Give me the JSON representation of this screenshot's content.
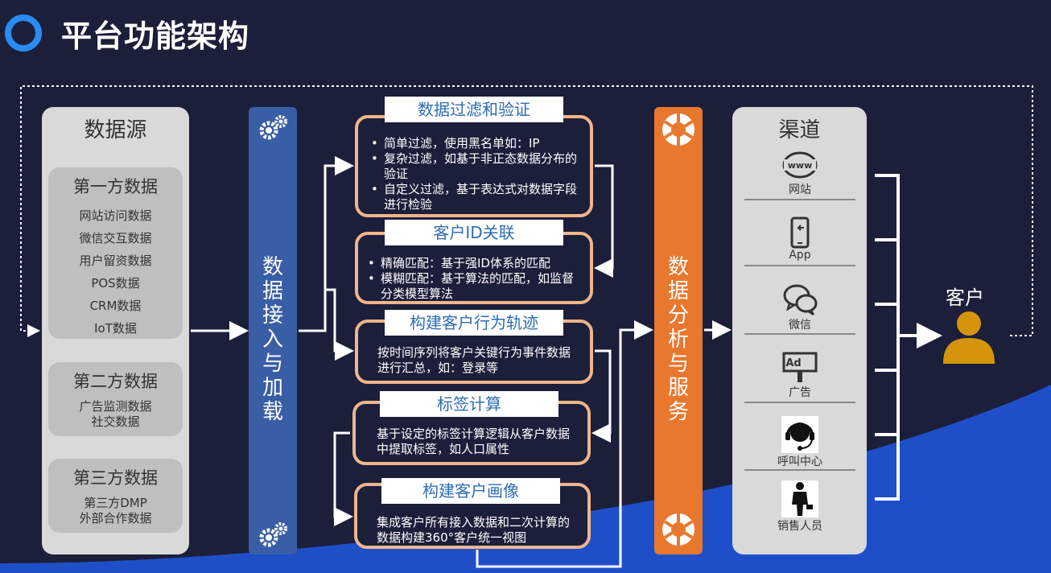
{
  "page": {
    "title": "平台功能架构"
  },
  "sources": {
    "title": "数据源",
    "groups": [
      {
        "title": "第一方数据",
        "items": [
          "网站访问数据",
          "微信交互数据",
          "用户留资数据",
          "POS数据",
          "CRM数据",
          "IoT数据"
        ]
      },
      {
        "title": "第二方数据",
        "items": [
          "广告监测数据",
          "社交数据"
        ]
      },
      {
        "title": "第三方数据",
        "items": [
          "第三方DMP",
          "外部合作数据"
        ]
      }
    ]
  },
  "ingest": {
    "label": "数据接入与加载",
    "icon": "gear-icon"
  },
  "process": [
    {
      "title": "数据过滤和验证",
      "bullets": [
        "简单过滤，使用黑名单如：IP",
        "复杂过滤，如基于非正态数据分布的验证",
        "自定义过滤，基于表达式对数据字段进行检验"
      ]
    },
    {
      "title": "客户ID关联",
      "bullets": [
        "精确匹配：基于强ID体系的匹配",
        "模糊匹配：基于算法的匹配，如监督分类模型算法"
      ]
    },
    {
      "title": "构建客户行为轨迹",
      "text": "按时间序列将客户关键行为事件数据进行汇总，如：登录等"
    },
    {
      "title": "标签计算",
      "text": "基于设定的标签计算逻辑从客户数据中提取标签，如人口属性"
    },
    {
      "title": "构建客户画像",
      "text": "集成客户所有接入数据和二次计算的数据构建360°客户统一视图"
    }
  ],
  "analysis": {
    "label": "数据分析与服务",
    "icon": "aperture-icon"
  },
  "channels": {
    "title": "渠道",
    "items": [
      {
        "label": "网站",
        "icon": "www-icon"
      },
      {
        "label": "App",
        "icon": "phone-icon"
      },
      {
        "label": "微信",
        "icon": "wechat-icon"
      },
      {
        "label": "广告",
        "icon": "ad-board-icon"
      },
      {
        "label": "呼叫中心",
        "icon": "headset-icon"
      },
      {
        "label": "销售人员",
        "icon": "salesperson-icon"
      }
    ]
  },
  "customer": {
    "label": "客户",
    "icon": "person-icon"
  },
  "colors": {
    "background": "#1c1f3a",
    "accent_blue": "#2a8cf0",
    "ingest_bar": "#3a5ea6",
    "analysis_bar": "#e8782e",
    "box_border": "#f0b58c",
    "label_text": "#2e6db4",
    "customer": "#d4950c",
    "wave": "#1f4fc8"
  }
}
